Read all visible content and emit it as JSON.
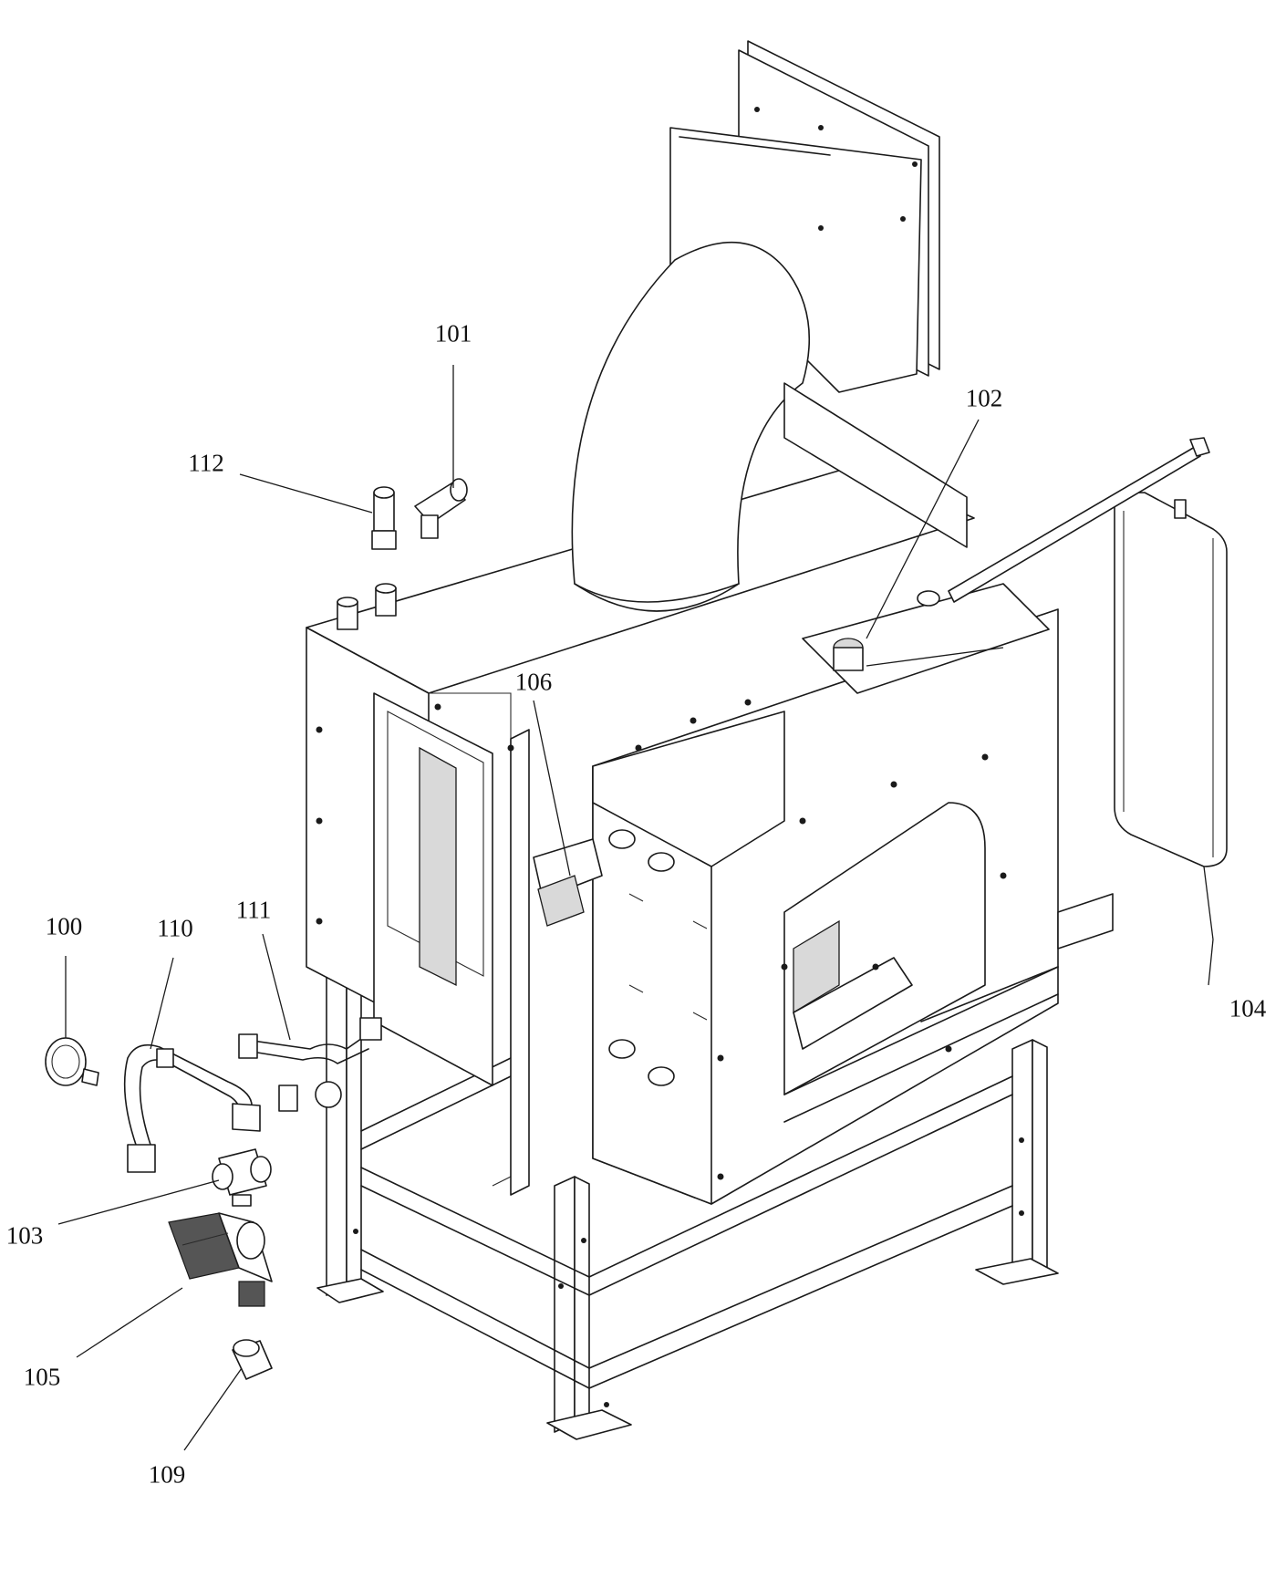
{
  "callouts": [
    {
      "id": "100",
      "label": "100"
    },
    {
      "id": "101",
      "label": "101"
    },
    {
      "id": "102",
      "label": "102"
    },
    {
      "id": "103",
      "label": "103"
    },
    {
      "id": "104",
      "label": "104"
    },
    {
      "id": "105",
      "label": "105"
    },
    {
      "id": "106",
      "label": "106"
    },
    {
      "id": "109",
      "label": "109"
    },
    {
      "id": "110",
      "label": "110"
    },
    {
      "id": "111",
      "label": "111"
    },
    {
      "id": "112",
      "label": "112"
    }
  ]
}
